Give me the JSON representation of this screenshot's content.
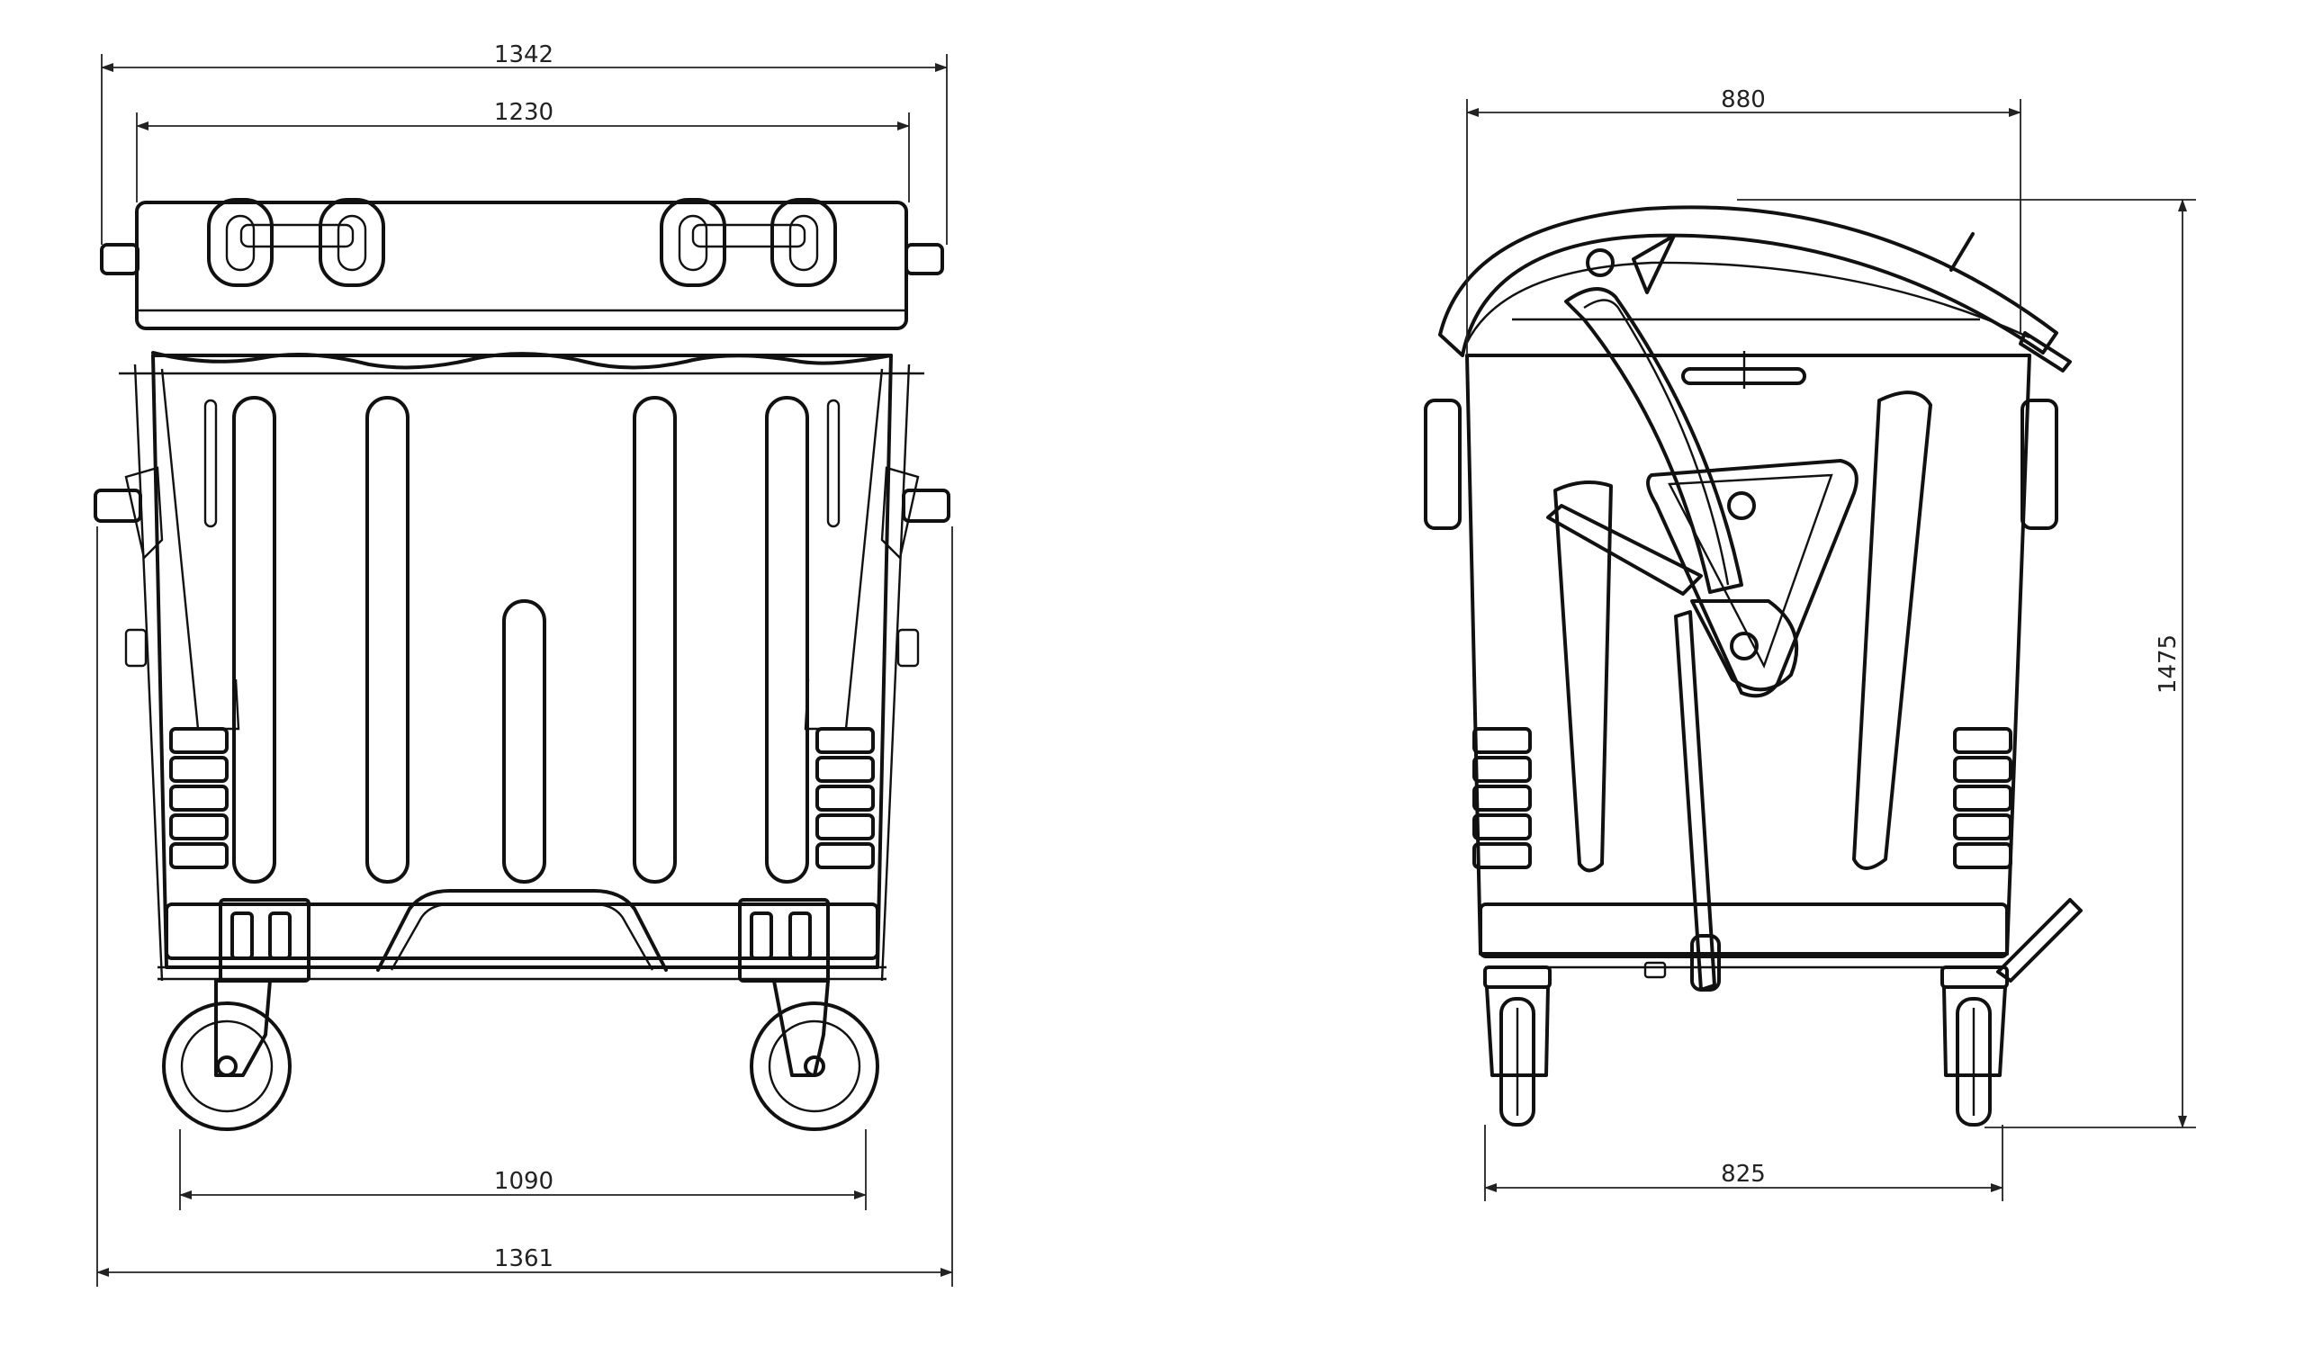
{
  "dimensions": {
    "front_top_outer": "1342",
    "front_top_inner": "1230",
    "front_wheelbase": "1090",
    "front_overall": "1361",
    "side_top": "880",
    "side_height": "1475",
    "side_wheelbase": "825"
  },
  "icons": {
    "front_view": "container-front-view-drawing",
    "side_view": "container-side-view-drawing"
  },
  "colors": {
    "line": "#111111",
    "background": "#ffffff"
  }
}
